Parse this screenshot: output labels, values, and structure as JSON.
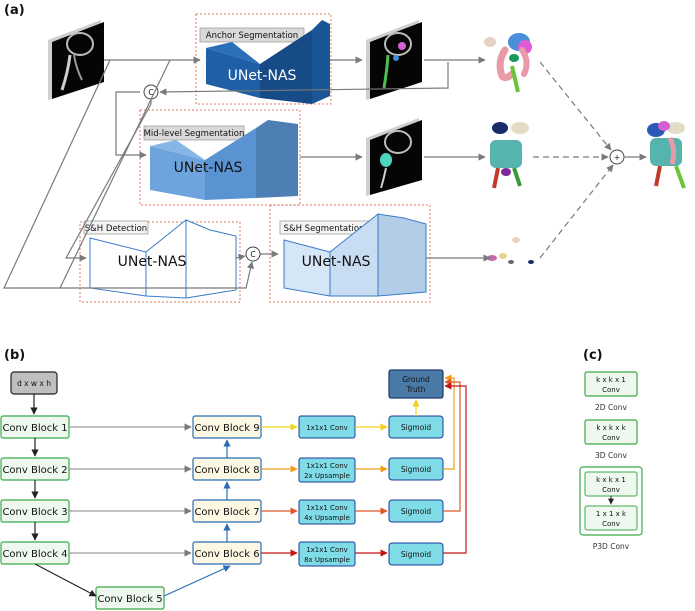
{
  "panel_a": {
    "label": "(a)",
    "anchor": {
      "header": "Anchor Segmentation",
      "net": "UNet-NAS"
    },
    "mid": {
      "header": "Mid-level Segmentation",
      "net": "UNet-NAS"
    },
    "shdet": {
      "header": "S&H Detection",
      "net": "UNet-NAS"
    },
    "shseg": {
      "header": "S&H Segmentation",
      "net": "UNet-NAS"
    },
    "concat_symbol": "C",
    "sum_symbol": "+"
  },
  "panel_b": {
    "label": "(b)",
    "input": "d x w x h",
    "encoder": [
      "Conv Block 1",
      "Conv Block 2",
      "Conv Block 3",
      "Conv Block 4"
    ],
    "bottleneck": "Conv Block 5",
    "decoder": [
      "Conv Block 9",
      "Conv Block 8",
      "Conv Block 7",
      "Conv Block 6"
    ],
    "heads": [
      [
        "1x1x1 Conv"
      ],
      [
        "1x1x1 Conv",
        "2x Upsample"
      ],
      [
        "1x1x1 Conv",
        "4x Upsample"
      ],
      [
        "1x1x1 Conv",
        "8x Upsample"
      ]
    ],
    "sigmoid": "Sigmoid",
    "ground_truth": [
      "Ground",
      "Truth"
    ],
    "colors": {
      "yellow": "#f2d21b",
      "orange": "#f29d1b",
      "red_orange": "#e0582a",
      "red": "#c41515"
    }
  },
  "panel_c": {
    "label": "(c)",
    "conv2d": {
      "box": [
        "k x k x 1",
        "Conv"
      ],
      "caption": "2D Conv"
    },
    "conv3d": {
      "box": [
        "k x k x k",
        "Conv"
      ],
      "caption": "3D Conv"
    },
    "p3d": {
      "box1": [
        "k x k x 1",
        "Conv"
      ],
      "box2": [
        "1 x 1 x k",
        "Conv"
      ],
      "caption": "P3D Conv"
    }
  }
}
